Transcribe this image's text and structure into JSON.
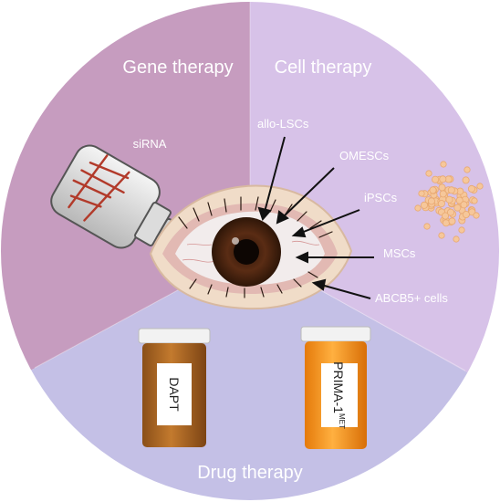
{
  "sectors": {
    "gene": {
      "title": "Gene therapy",
      "color": "#c69cbf"
    },
    "cell": {
      "title": "Cell therapy",
      "color": "#d7c2e8"
    },
    "drug": {
      "title": "Drug therapy",
      "color": "#c4c0e6"
    }
  },
  "gene_items": {
    "sirna": "siRNA"
  },
  "cell_items": {
    "allo_lscs": "allo-LSCs",
    "omescs": "OMESCs",
    "ipscs": "iPSCs",
    "mscs": "MSCs",
    "abcb5": "ABCB5+ cells"
  },
  "drug_items": {
    "dapt": "DAPT",
    "prima": "PRIMA-1",
    "prima_sup": "MET"
  },
  "colors": {
    "bottle_brown": "#b06a24",
    "bottle_orange": "#f28c14",
    "cells": "#f6c79a",
    "iris": "#4a2412"
  }
}
